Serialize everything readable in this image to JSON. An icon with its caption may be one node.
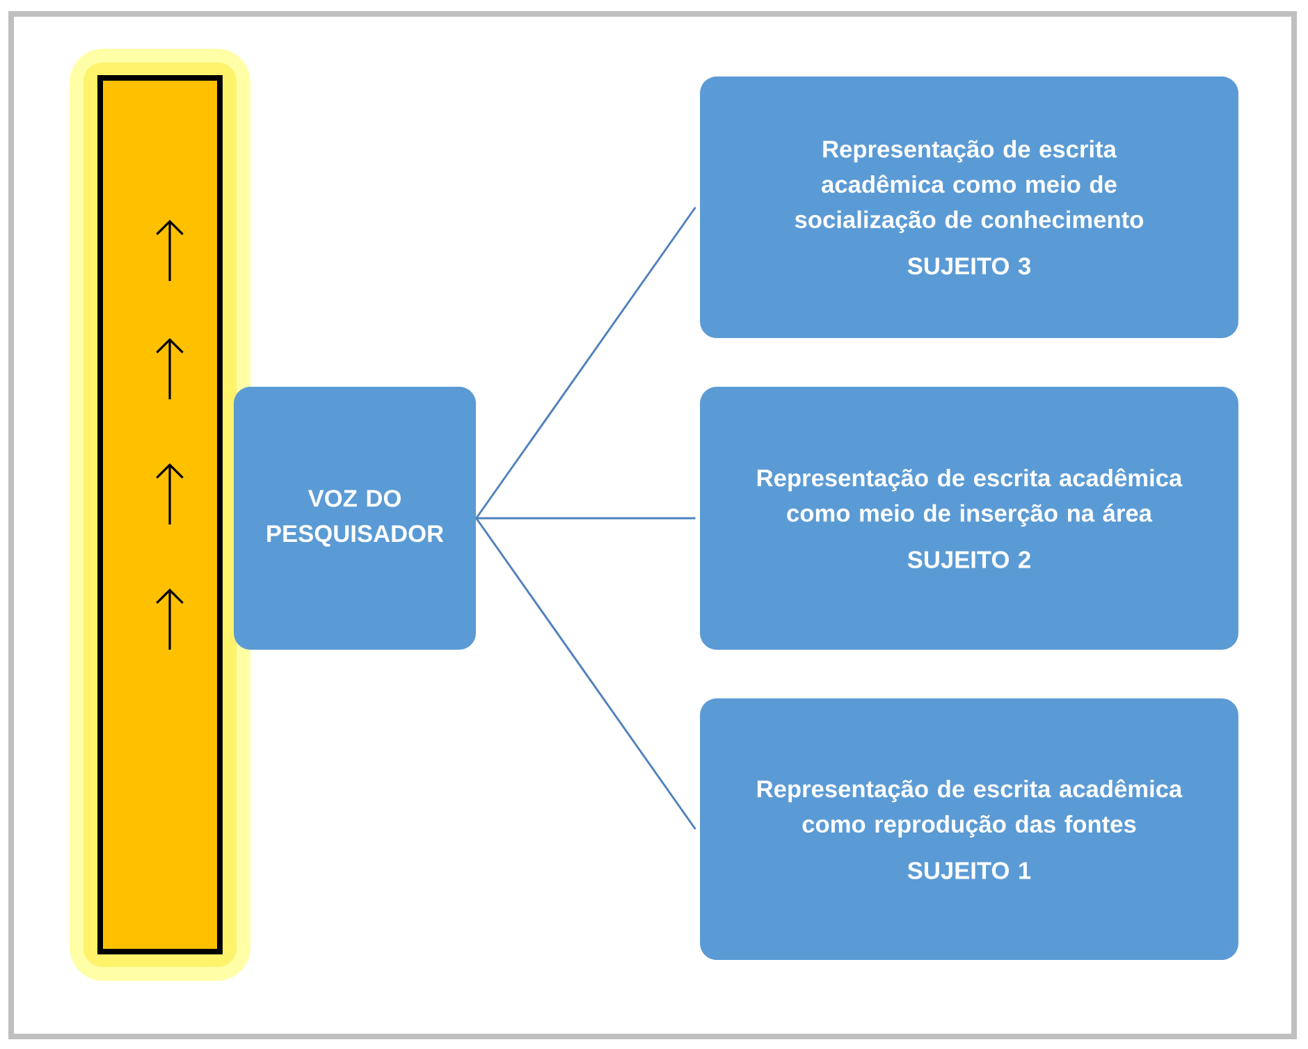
{
  "diagram": {
    "nodes": [
      {
        "text": [
          "VOZ DO PESQUISADOR"
        ]
      },
      {
        "text": [
          "Representação de escrita acadêmica como meio de socialização de conhecimento",
          "SUJEITO 3"
        ]
      },
      {
        "text": [
          "Representação de escrita acadêmica como meio de inserção na área",
          "SUJEITO 2"
        ]
      },
      {
        "text": [
          "Representação de escrita acadêmica como reprodução das fontes",
          "SUJEITO 1"
        ]
      }
    ],
    "edges": [
      {
        "from": 0,
        "to": 1,
        "arrow": "none"
      },
      {
        "from": 0,
        "to": 2,
        "arrow": "none"
      },
      {
        "from": 0,
        "to": 3,
        "arrow": "none"
      }
    ]
  }
}
